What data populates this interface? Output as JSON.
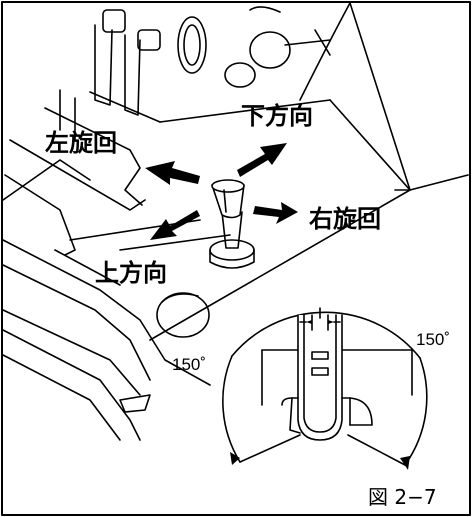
{
  "labels": {
    "down_direction": "下方向",
    "left_turn": "左旋回",
    "right_turn": "右旋回",
    "up_direction": "上方向",
    "angle_right": "150˚",
    "angle_left": "150˚",
    "figure_caption": "図 2−7"
  }
}
